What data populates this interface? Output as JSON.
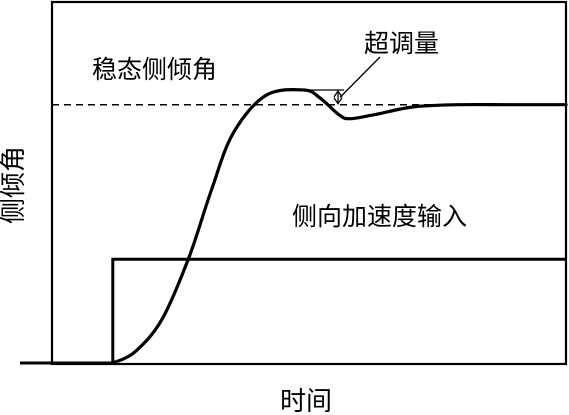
{
  "chart_data": {
    "type": "line",
    "title": "",
    "xlabel": "时间",
    "ylabel": "侧倾角",
    "xlim": [
      0,
      10
    ],
    "ylim": [
      0,
      10
    ],
    "grid": false,
    "legend": "none",
    "colors": {
      "line": "#000000",
      "background": "#ffffff"
    },
    "series": [
      {
        "name": "侧向加速度输入",
        "style": "step",
        "x": [
          0,
          1.7,
          1.7,
          10
        ],
        "y": [
          0,
          0,
          3.8,
          3.8
        ]
      },
      {
        "name": "",
        "style": "smooth",
        "x": [
          1.7,
          2.1,
          2.6,
          3.1,
          3.5,
          3.9,
          4.5,
          5.2,
          5.5,
          5.85,
          6.05,
          6.5,
          7.2,
          8.0,
          9.0,
          10.0
        ],
        "y": [
          0.0,
          0.4,
          1.6,
          3.9,
          6.3,
          8.4,
          9.8,
          10.0,
          9.7,
          9.08,
          8.95,
          9.1,
          9.38,
          9.46,
          9.46,
          9.46
        ]
      }
    ],
    "reference_lines": [
      {
        "label": "稳态侧倾角",
        "y": 9.46,
        "style": "dashed"
      }
    ],
    "annotations": [
      {
        "text": "超调量",
        "points_to": "gap between curve peak and steady-state line"
      },
      {
        "text": "侧向加速度输入",
        "points_to": "step input series"
      }
    ]
  }
}
